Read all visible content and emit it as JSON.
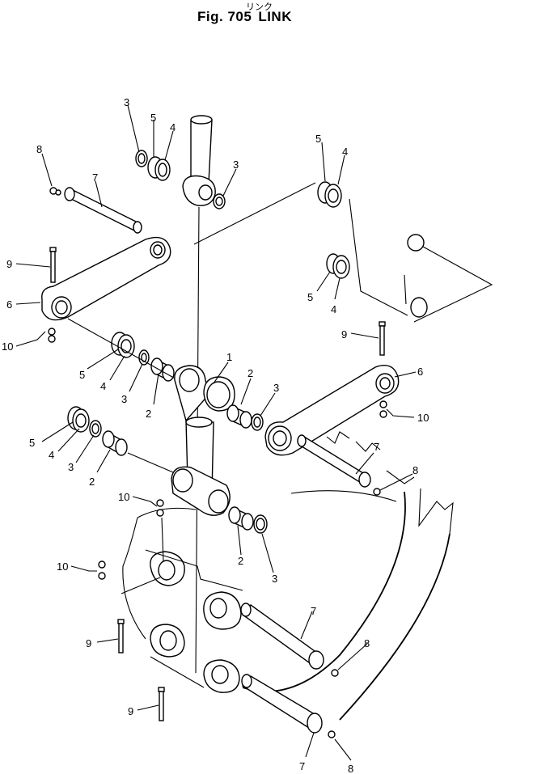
{
  "title": {
    "japanese": "リンク",
    "figure": "Fig. 705",
    "name": "LINK"
  },
  "callouts": {
    "c1": "1",
    "c2a": "2",
    "c2b": "2",
    "c2c": "2",
    "c2d": "2",
    "c3a": "3",
    "c3b": "3",
    "c3c": "3",
    "c3d": "3",
    "c3e": "3",
    "c3f": "3",
    "c4a": "4",
    "c4b": "4",
    "c4c": "4",
    "c4d": "4",
    "c4e": "4",
    "c5a": "5",
    "c5b": "5",
    "c5c": "5",
    "c5d": "5",
    "c5e": "5",
    "c6a": "6",
    "c6b": "6",
    "c7a": "7",
    "c7b": "7",
    "c7c": "7",
    "c7d": "7",
    "c8a": "8",
    "c8b": "8",
    "c8c": "8",
    "c8d": "8",
    "c9a": "9",
    "c9b": "9",
    "c9c": "9",
    "c9d": "9",
    "c10a": "10",
    "c10b": "10",
    "c10c": "10",
    "c10d": "10"
  }
}
